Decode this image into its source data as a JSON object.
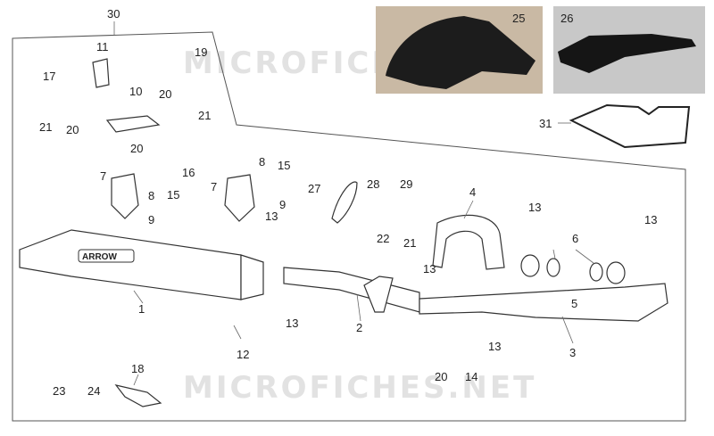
{
  "watermark": "MICROFICHES.NET",
  "brand_logo": "ARROW",
  "callouts": [
    "30",
    "11",
    "19",
    "17",
    "10",
    "20",
    "21",
    "21",
    "20",
    "20",
    "16",
    "8",
    "15",
    "7",
    "8",
    "9",
    "7",
    "15",
    "9",
    "1",
    "27",
    "28",
    "29",
    "4",
    "13",
    "13",
    "13",
    "22",
    "21",
    "13",
    "6",
    "5",
    "3",
    "2",
    "13",
    "12",
    "13",
    "20",
    "14",
    "23",
    "24",
    "18",
    "25",
    "26",
    "31"
  ]
}
